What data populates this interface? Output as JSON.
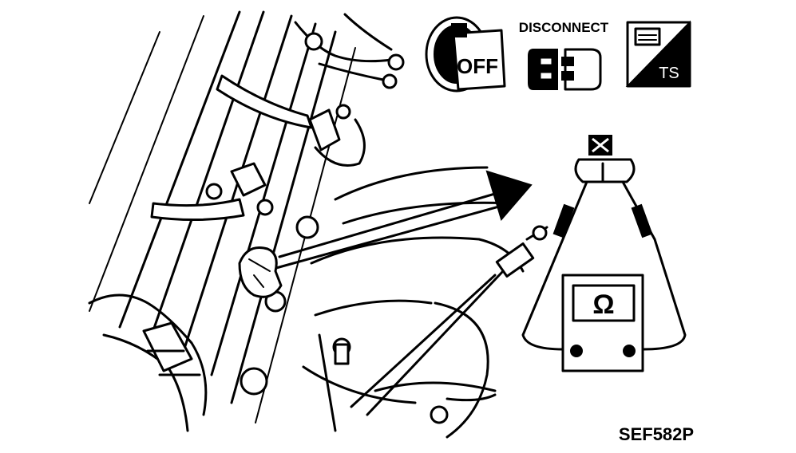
{
  "diagram": {
    "ignition_switch_label": "OFF",
    "connector_label": "DISCONNECT",
    "tester_label": "TS",
    "ohmmeter_symbol": "Ω",
    "figure_code": "SEF582P",
    "icons": [
      "ignition-key-off-icon",
      "connector-disconnect-icon",
      "tester-ts-icon",
      "ohmmeter-icon",
      "sensor-connector-icon"
    ]
  }
}
